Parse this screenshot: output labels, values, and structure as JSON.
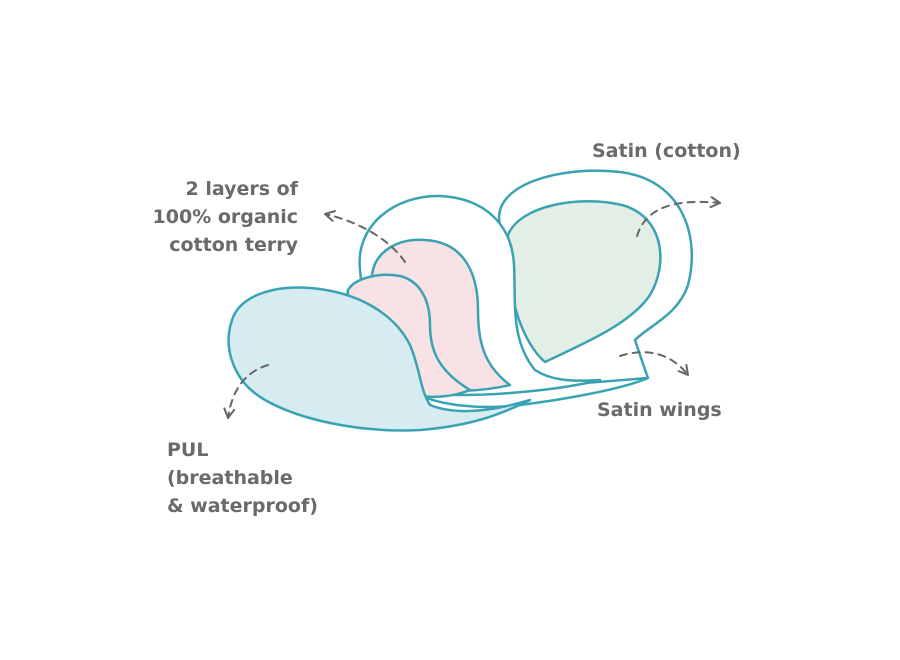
{
  "colors": {
    "outline": "#3aa3b3",
    "pul_fill": "#d6ecf1",
    "terry_fill": "#f8e2e6",
    "satin_core_fill": "#e3efe6",
    "white_fill": "#ffffff",
    "label_text": "#6a6a6a",
    "arrow": "#666666"
  },
  "labels": {
    "cotton_terry": [
      "2 layers of",
      "100% organic",
      "cotton terry"
    ],
    "satin_cotton": [
      "Satin (cotton)"
    ],
    "satin_wings": [
      "Satin wings"
    ],
    "pul": [
      "PUL",
      "(breathable",
      "& waterproof)"
    ]
  }
}
